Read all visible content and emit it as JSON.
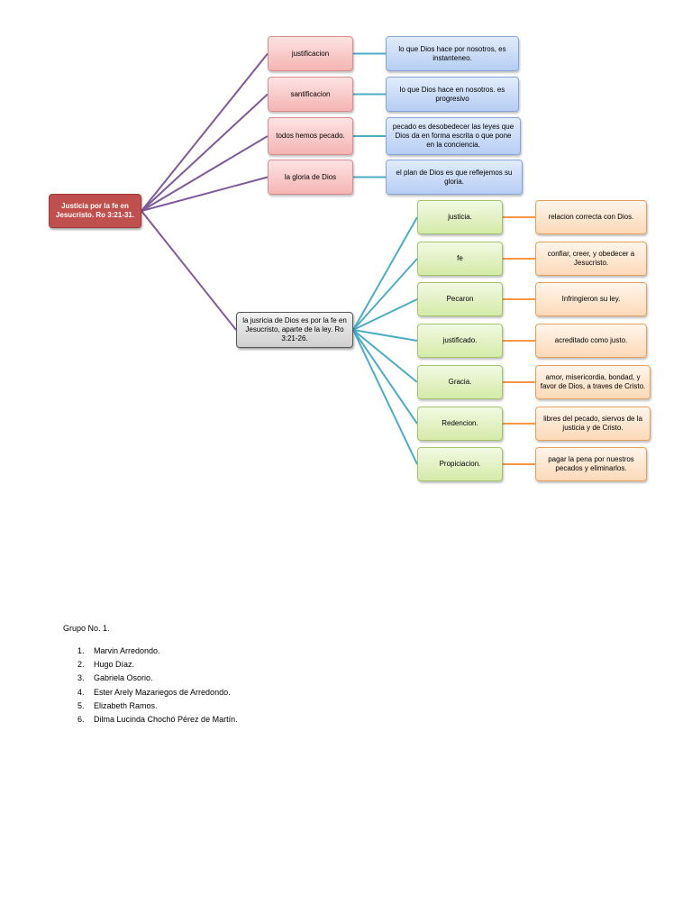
{
  "diagram": {
    "root": "Justicia por la fe en Jesucristo. Ro 3:21-31.",
    "hub": "la jusricia de Dios es por la fe en Jesucristo, aparte de la ley. Ro 3:21-26.",
    "upper": [
      {
        "term": "justificacion",
        "meaning": "lo que Dios hace por nosotros, es instanteneo."
      },
      {
        "term": "santificacion",
        "meaning": "lo que Dios hace en nosotros. es progresivo"
      },
      {
        "term": "todos hemos pecado.",
        "meaning": "pecado es desobedecer las leyes que Dios da en forma escrita o que pone en la conciencia."
      },
      {
        "term": "la gloria de Dios",
        "meaning": "el plan de Dios es que reflejemos su gloria."
      }
    ],
    "lower": [
      {
        "term": "justicia.",
        "meaning": "relacion correcta con Dios."
      },
      {
        "term": "fe",
        "meaning": "confiar, creer, y obedecer a Jesucristo."
      },
      {
        "term": "Pecaron",
        "meaning": "Infringieron su ley."
      },
      {
        "term": "justificado.",
        "meaning": "acreditado como justo."
      },
      {
        "term": "Gracia.",
        "meaning": "amor, misericordia, bondad, y favor de Dios, a traves de Cristo."
      },
      {
        "term": "Redencion.",
        "meaning": "libres del pecado, siervos de la justicia y de Cristo."
      },
      {
        "term": "Propiciacion.",
        "meaning": "pagar la pena por nuestros pecados y eliminarlos."
      }
    ],
    "colors": {
      "root": "#c0504d",
      "upper_connector": "#7e5a9b",
      "upper_link": "#4bacc6",
      "lower_connector": "#4bacc6",
      "lower_link": "#f79646"
    }
  },
  "group": {
    "title": "Grupo No. 1.",
    "members": [
      {
        "num": "1.",
        "name": "Marvin Arredondo."
      },
      {
        "num": "2.",
        "name": "Hugo Díaz."
      },
      {
        "num": "3.",
        "name": "Gabriela Osorio."
      },
      {
        "num": "4.",
        "name": "Ester Arely Mazariegos de Arredondo."
      },
      {
        "num": "5.",
        "name": "Elizabeth Ramos."
      },
      {
        "num": "6.",
        "name": "Dilma Lucinda Chochó Pérez de Martín."
      }
    ]
  }
}
